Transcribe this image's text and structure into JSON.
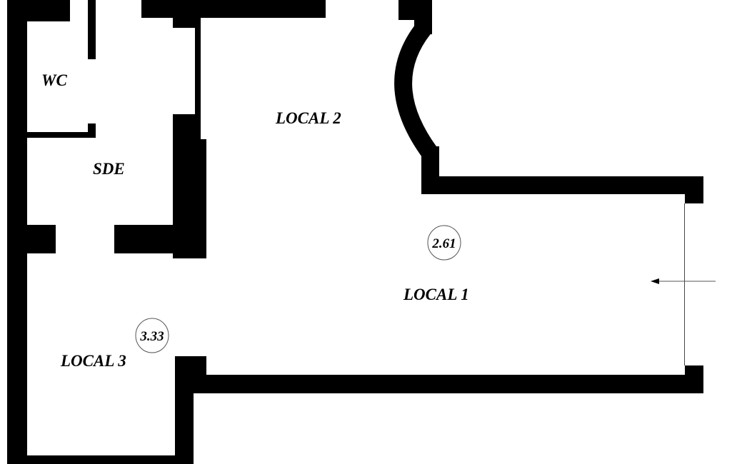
{
  "rooms": {
    "wc": "WC",
    "sde": "SDE",
    "local1": "LOCAL 1",
    "local2": "LOCAL 2",
    "local3": "LOCAL 3"
  },
  "levels": {
    "local1": "2.61",
    "local3": "3.33"
  },
  "colors": {
    "wall": "#000000",
    "background": "#ffffff"
  }
}
